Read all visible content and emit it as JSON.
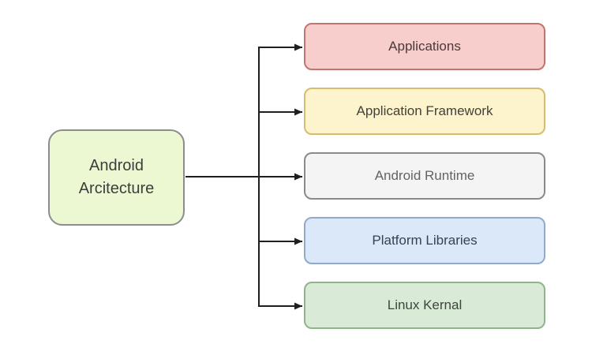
{
  "diagram": {
    "root": {
      "label": "Android Arcitecture",
      "fill": "#ecf8d1",
      "stroke": "#8c8c8c",
      "text_color": "#3d3d3d"
    },
    "nodes": [
      {
        "label": "Applications",
        "fill": "#f8cecc",
        "stroke": "#c27471",
        "text_color": "#4a3939"
      },
      {
        "label": "Application Framework",
        "fill": "#fdf3cd",
        "stroke": "#d6bd6e",
        "text_color": "#44403a"
      },
      {
        "label": "Android Runtime",
        "fill": "#f4f4f4",
        "stroke": "#8a8a8a",
        "text_color": "#636363"
      },
      {
        "label": "Platform Libraries",
        "fill": "#dbe8fa",
        "stroke": "#93a9cc",
        "text_color": "#39414f"
      },
      {
        "label": "Linux Kernal",
        "fill": "#d9ead7",
        "stroke": "#90b58d",
        "text_color": "#3e463d"
      }
    ],
    "connector_color": "#1f1f1f"
  }
}
